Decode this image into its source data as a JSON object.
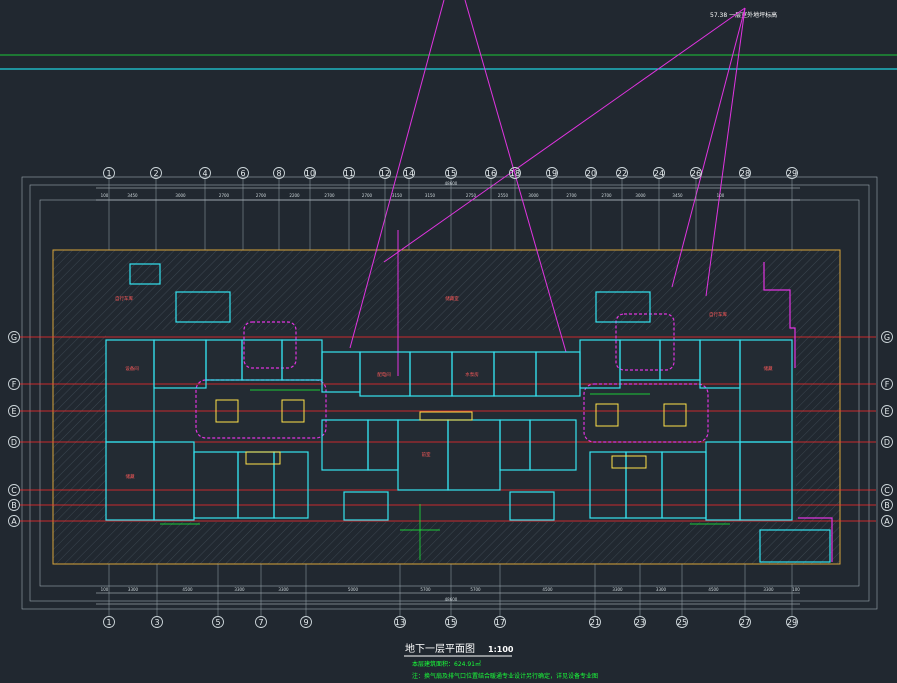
{
  "drawing": {
    "title": "地下一层平面图",
    "scale": "1:100",
    "area_note": "本层建筑面积：624.91㎡",
    "remark": "注：换气扇及排气口位置结合暖通专业设计另行确定，详见设备专业图",
    "elevation_note": "57.38 一层室外地坪标高"
  },
  "axes": {
    "top_labels": [
      "1",
      "2",
      "4",
      "6",
      "8",
      "10",
      "11",
      "12",
      "14",
      "15",
      "16",
      "18",
      "19",
      "20",
      "22",
      "24",
      "26",
      "28",
      "29"
    ],
    "bottom_labels": [
      "1",
      "3",
      "5",
      "7",
      "9",
      "13",
      "15",
      "17",
      "21",
      "23",
      "25",
      "27",
      "29"
    ],
    "side_labels": [
      "G",
      "F",
      "E",
      "D",
      "C",
      "B",
      "A"
    ]
  },
  "dimensions": {
    "overall_top": "48600",
    "overall_bottom": "48600",
    "top_segments": [
      "100",
      "3450",
      "3000",
      "2700",
      "2700",
      "2200",
      "2700",
      "2700",
      "3150",
      "3150",
      "2750",
      "2550",
      "3000",
      "2700",
      "2700",
      "3000",
      "3450",
      "100"
    ],
    "bottom_segments": [
      "100",
      "3300",
      "4500",
      "3300",
      "3300",
      "5000",
      "5700",
      "5700",
      "4500",
      "3300",
      "3300",
      "4500",
      "3300",
      "100"
    ]
  },
  "rooms": [
    {
      "label": "自行车库",
      "id": "r1"
    },
    {
      "label": "储藏室",
      "id": "r2"
    },
    {
      "label": "设备间",
      "id": "r3"
    },
    {
      "label": "储藏",
      "id": "r4"
    },
    {
      "label": "配电间",
      "id": "r5"
    },
    {
      "label": "水泵房",
      "id": "r6"
    },
    {
      "label": "储藏",
      "id": "r7"
    },
    {
      "label": "前室",
      "id": "r8"
    },
    {
      "label": "自行车库",
      "id": "r9"
    }
  ],
  "colors": {
    "background": "#212830",
    "grid_axis": "#ff2b2b",
    "walls": "#35e3f0",
    "hatch": "#3a4550",
    "outline_orange": "#d8a33a",
    "leader_magenta": "#e034e0",
    "cyan_line": "#1fd3e0",
    "green_line": "#1aff3a",
    "text_green": "#19ff3a",
    "text_red": "#ff5a5a"
  }
}
